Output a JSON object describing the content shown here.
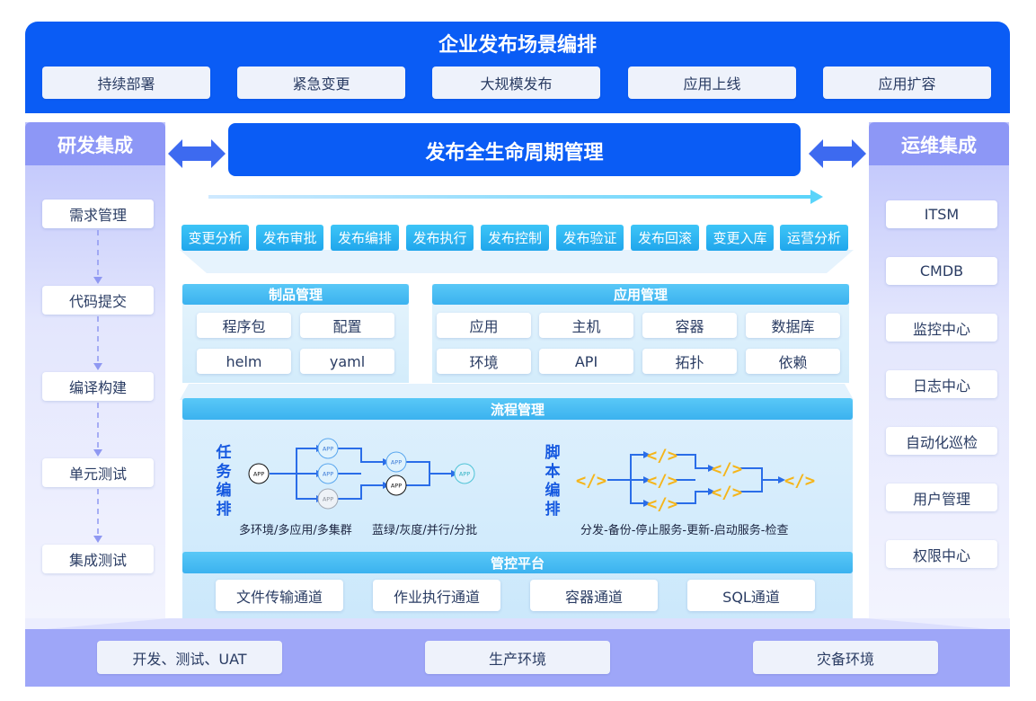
{
  "top": {
    "title": "企业发布场景编排",
    "scenarios": [
      "持续部署",
      "紧急变更",
      "大规模发布",
      "应用上线",
      "应用扩容"
    ]
  },
  "left": {
    "title": "研发集成",
    "items": [
      "需求管理",
      "代码提交",
      "编译构建",
      "单元测试",
      "集成测试"
    ]
  },
  "right": {
    "title": "运维集成",
    "items": [
      "ITSM",
      "CMDB",
      "监控中心",
      "日志中心",
      "自动化巡检",
      "用户管理",
      "权限中心"
    ]
  },
  "center": {
    "title": "发布全生命周期管理",
    "steps": [
      "变更分析",
      "发布审批",
      "发布编排",
      "发布执行",
      "发布控制",
      "发布验证",
      "发布回滚",
      "变更入库",
      "运营分析"
    ],
    "artifact": {
      "title": "制品管理",
      "items": [
        "程序包",
        "配置",
        "helm",
        "yaml"
      ]
    },
    "app": {
      "title": "应用管理",
      "items": [
        "应用",
        "主机",
        "容器",
        "数据库",
        "环境",
        "API",
        "拓扑",
        "依赖"
      ]
    },
    "process": {
      "title": "流程管理",
      "task_label": "任务编排",
      "script_label": "脚本编排",
      "node_label": "APP",
      "code_glyph": "</>",
      "task_caption_1": "多环境/多应用/多集群",
      "task_caption_2": "蓝绿/灰度/并行/分批",
      "script_caption": "分发-备份-停止服务-更新-启动服务-检查"
    },
    "control": {
      "title": "管控平台",
      "channels": [
        "文件传输通道",
        "作业执行通道",
        "容器通道",
        "SQL通道"
      ]
    }
  },
  "bottom": {
    "envs": [
      "开发、测试、UAT",
      "生产环境",
      "灾备环境"
    ]
  },
  "colors": {
    "primary_blue": "#0a5cf5",
    "sky_blue": "#2aaef0",
    "lavender": "#9ea6f8",
    "code_yellow": "#f5b51a"
  }
}
